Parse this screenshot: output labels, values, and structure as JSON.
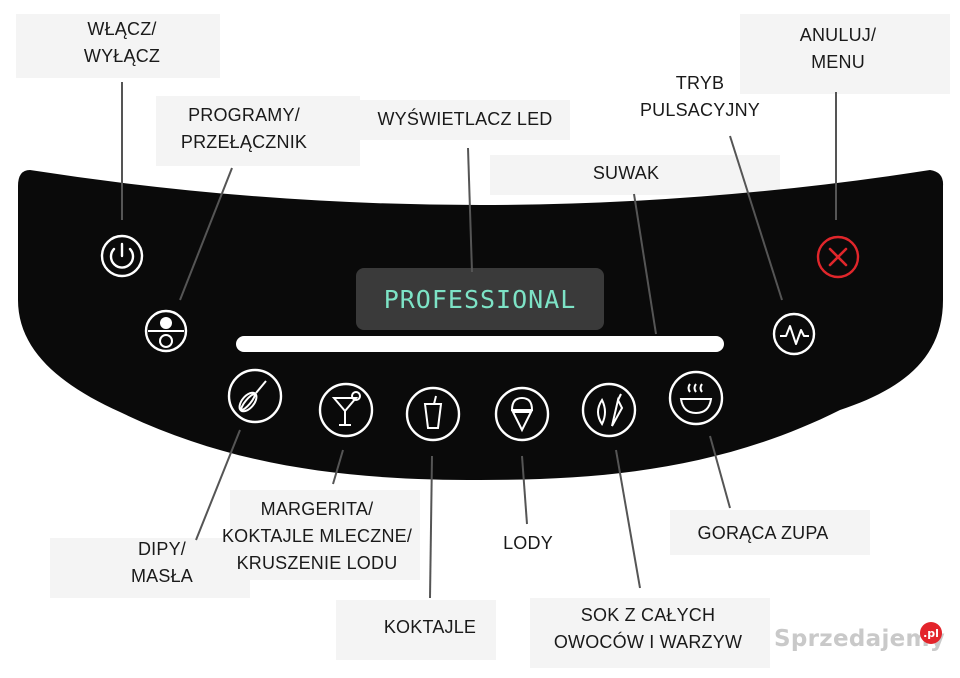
{
  "display": {
    "text": "PROFESSIONAL"
  },
  "labels": {
    "power": {
      "line1": "WŁĄCZ/",
      "line2": "WYŁĄCZ"
    },
    "programs": {
      "line1": "PROGRAMY/",
      "line2": "PRZEŁĄCZNIK"
    },
    "led": {
      "line1": "WYŚWIETLACZ LED"
    },
    "pulse": {
      "line1": "TRYB",
      "line2": "PULSACYJNY"
    },
    "cancel": {
      "line1": "ANULUJ/",
      "line2": "MENU"
    },
    "slider": {
      "line1": "SUWAK"
    },
    "dips": {
      "line1": "DIPY/",
      "line2": "MASŁA"
    },
    "margarita": {
      "line1": "MARGERITA/",
      "line2": "KOKTAJLE MLECZNE/",
      "line3": "KRUSZENIE LODU"
    },
    "smoothies": {
      "line1": "KOKTAJLE"
    },
    "ice_cream": {
      "line1": "LODY"
    },
    "juice": {
      "line1": "SOK Z CAŁYCH",
      "line2": "OWOCÓW I WARZYW"
    },
    "soup": {
      "line1": "GORĄCA ZUPA"
    }
  },
  "watermark": {
    "text": "Sprzedajemy",
    "badge": ".pl"
  },
  "icons": {
    "power": "power-icon",
    "programs": "program-toggle-icon",
    "cancel": "cancel-x-icon",
    "pulse": "pulse-wave-icon",
    "dips": "whisk-icon",
    "margarita": "cocktail-glass-icon",
    "smoothies": "cup-straw-icon",
    "ice_cream": "ice-cream-cone-icon",
    "juice": "vegetables-icon",
    "soup": "soup-bowl-icon"
  },
  "colors": {
    "panel": "#0a0a0a",
    "display_bg": "#3a3a3a",
    "display_text": "#7de3c6",
    "cancel": "#e0262b",
    "icon": "#ffffff"
  }
}
